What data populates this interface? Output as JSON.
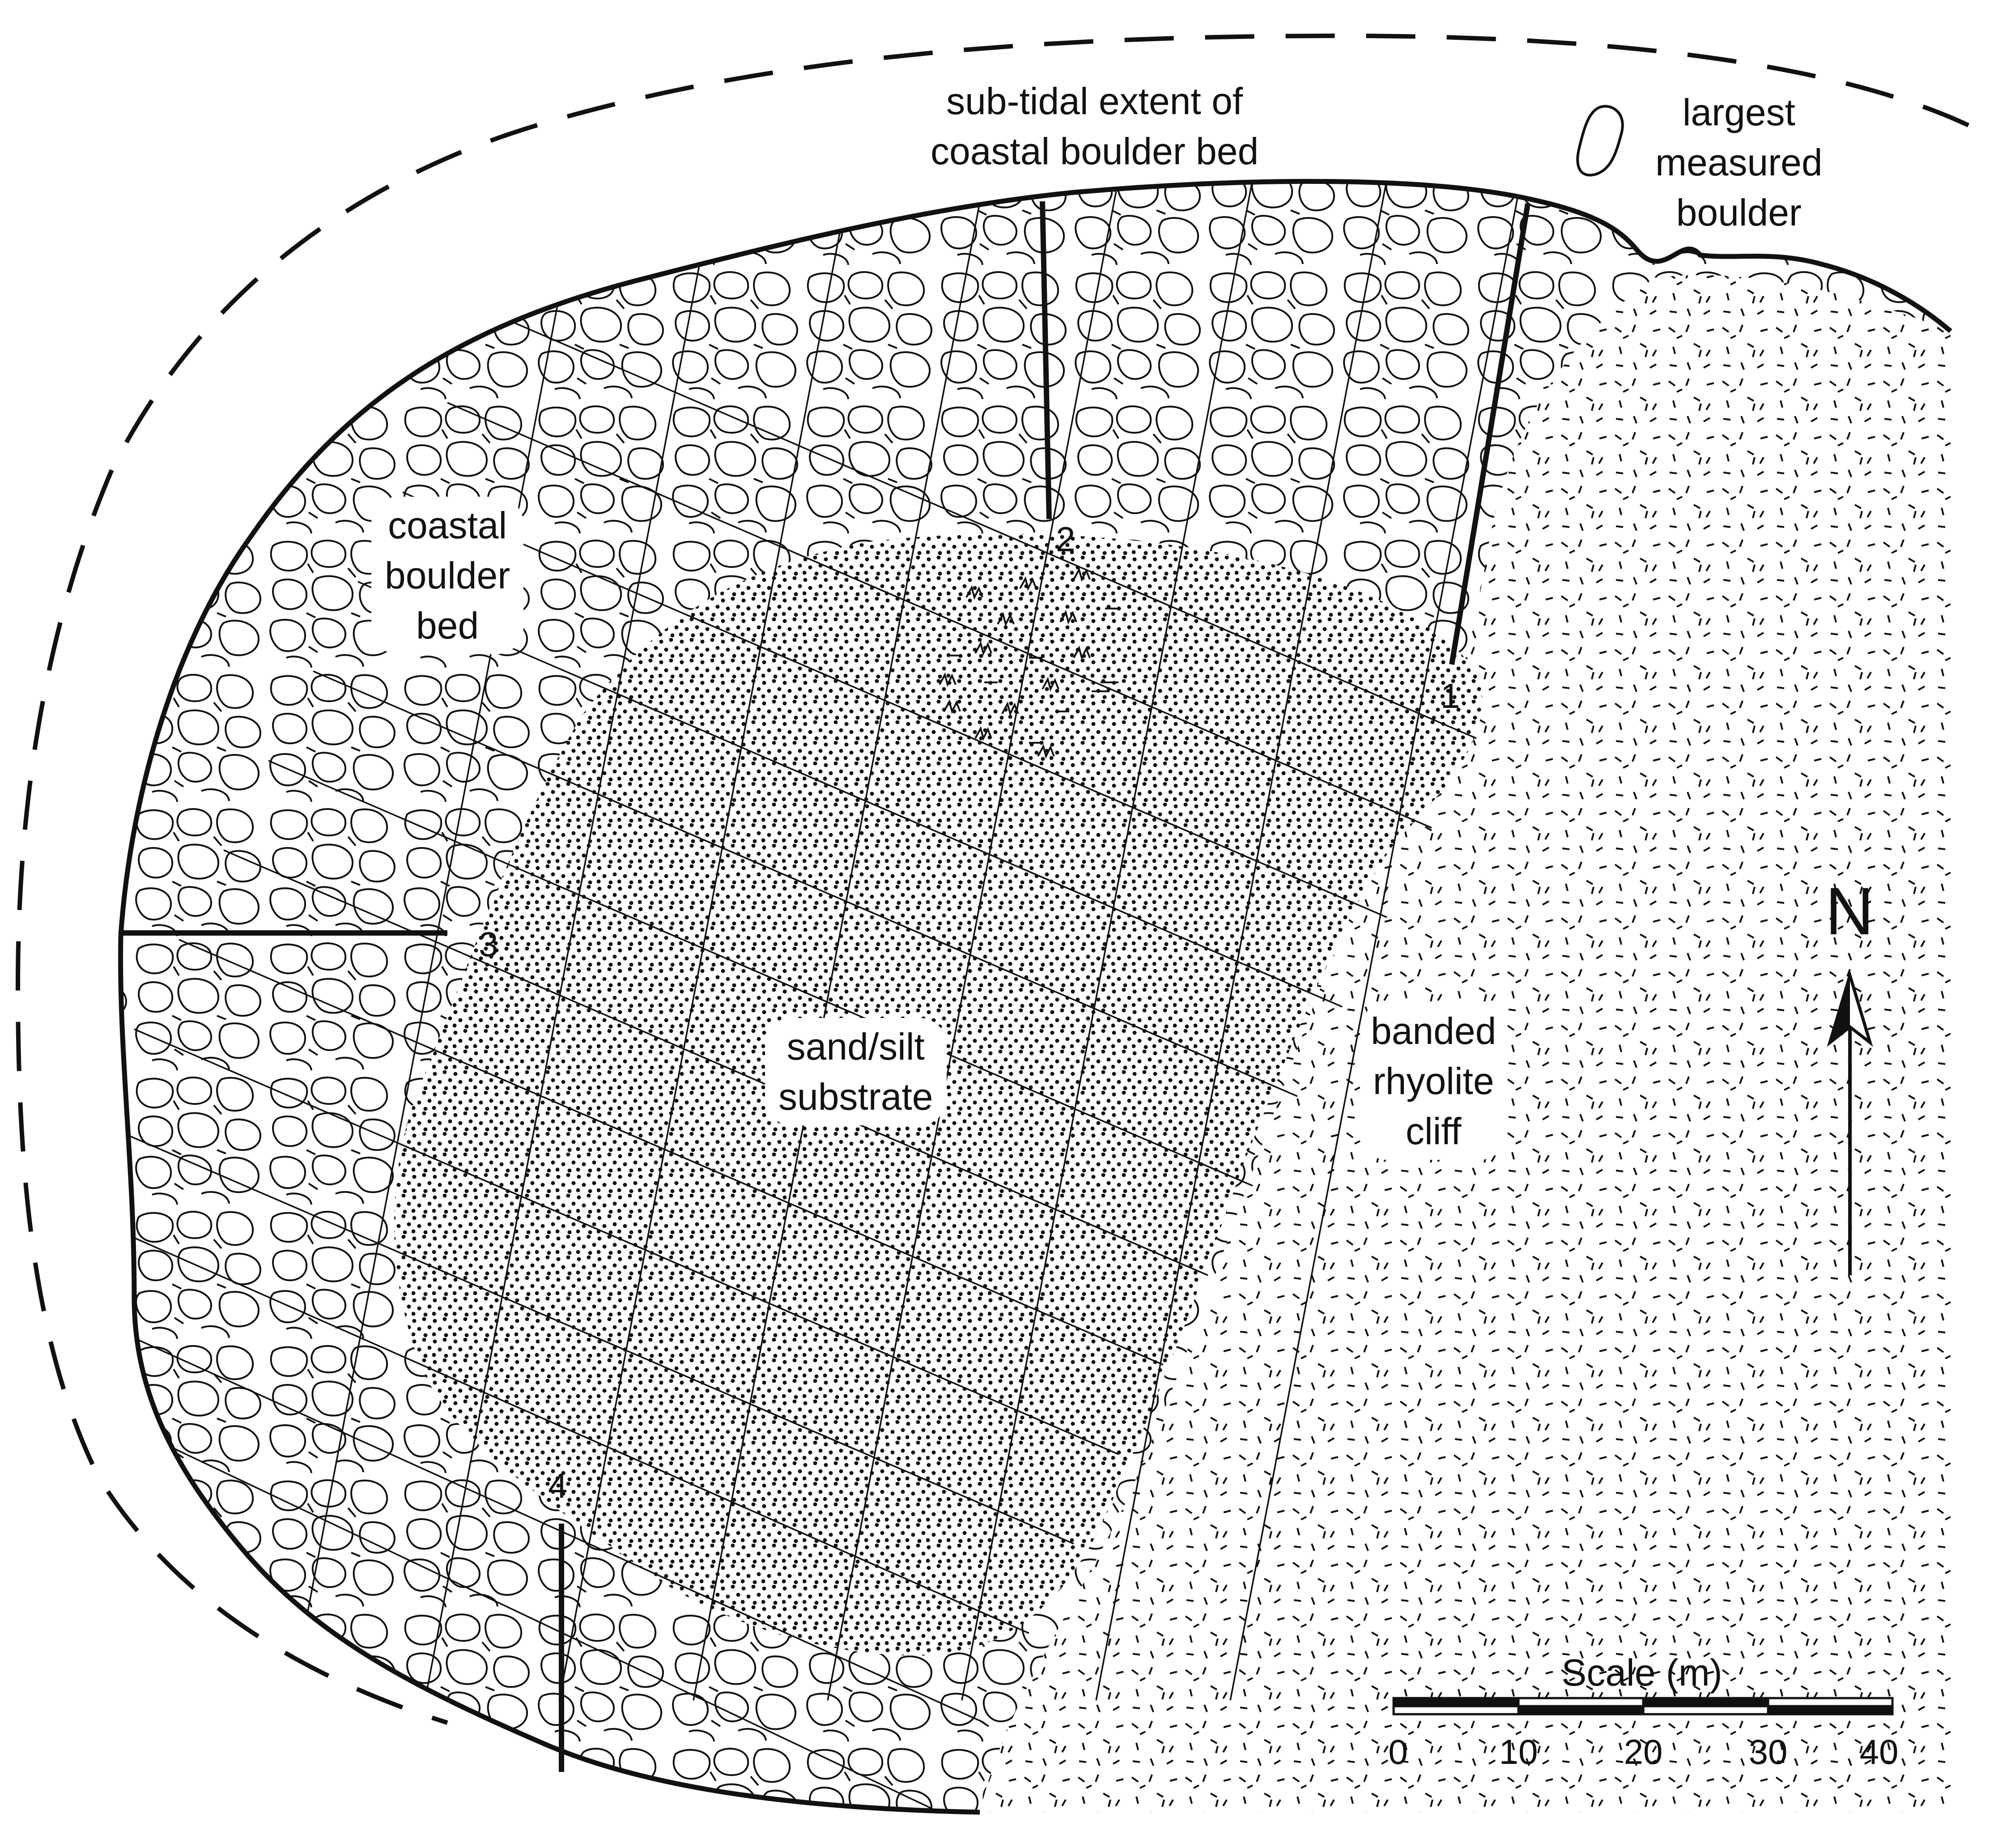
{
  "labels": {
    "subtidal": [
      "sub-tidal extent of",
      "coastal boulder bed"
    ],
    "largest": [
      "largest",
      "measured",
      "boulder"
    ],
    "coastal": [
      "coastal",
      "boulder",
      "bed"
    ],
    "sand": [
      "sand/silt",
      "substrate"
    ],
    "rhyolite": [
      "banded",
      "rhyolite",
      "cliff"
    ]
  },
  "transects": [
    "1",
    "2",
    "3",
    "4"
  ],
  "north": "N",
  "scale": {
    "title": "Scale (m)",
    "ticks": [
      "0",
      "10",
      "20",
      "30",
      "40"
    ]
  },
  "colors": {
    "ink": "#111111",
    "paper": "#ffffff"
  }
}
